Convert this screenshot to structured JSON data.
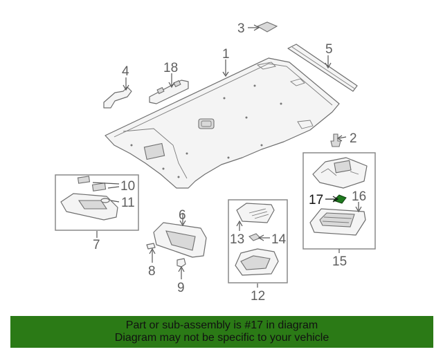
{
  "diagram": {
    "callouts": {
      "c1": "1",
      "c2": "2",
      "c3": "3",
      "c4": "4",
      "c5": "5",
      "c6": "6",
      "c7": "7",
      "c8": "8",
      "c9": "9",
      "c10": "10",
      "c11": "11",
      "c12": "12",
      "c13": "13",
      "c14": "14",
      "c15": "15",
      "c16": "16",
      "c17": "17",
      "c18": "18"
    },
    "highlight_color": "#1f7a1f"
  },
  "banner": {
    "line1": "Part or sub-assembly is #17 in diagram",
    "line2": "Diagram may not be specific to your vehicle",
    "background": "#2b7a16"
  }
}
